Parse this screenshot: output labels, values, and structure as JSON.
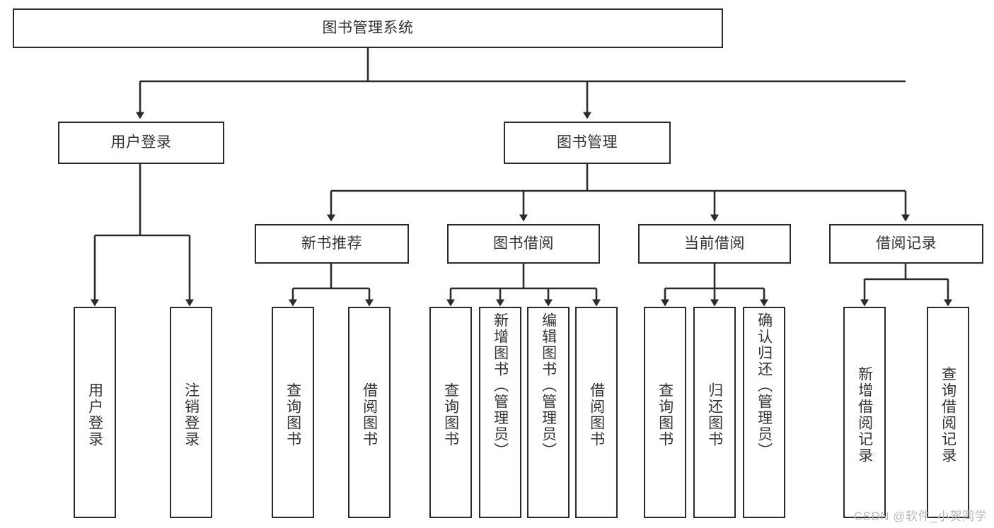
{
  "diagram": {
    "type": "tree",
    "title": "图书管理系统",
    "root": {
      "label": "图书管理系统"
    },
    "level2": [
      {
        "label": "用户登录"
      },
      {
        "label": "图书管理"
      }
    ],
    "level3": [
      {
        "label": "新书推荐"
      },
      {
        "label": "图书借阅"
      },
      {
        "label": "当前借阅"
      },
      {
        "label": "借阅记录"
      }
    ],
    "leaves": {
      "user_login": [
        {
          "label": "用户登录"
        },
        {
          "label": "注销登录"
        }
      ],
      "new_book_recommend": [
        {
          "label": "查询图书"
        },
        {
          "label": "借阅图书"
        }
      ],
      "book_borrow": [
        {
          "label": "查询图书"
        },
        {
          "label": "新增图书（管理员）"
        },
        {
          "label": "编辑图书（管理员）"
        },
        {
          "label": "借阅图书"
        }
      ],
      "current_borrow": [
        {
          "label": "查询图书"
        },
        {
          "label": "归还图书"
        },
        {
          "label": "确认归还（管理员）"
        }
      ],
      "borrow_records": [
        {
          "label": "新增借阅记录"
        },
        {
          "label": "查询借阅记录"
        }
      ]
    }
  },
  "watermark": {
    "text": "CSDN @软件_小贺同学"
  },
  "colors": {
    "background": "#ffffff",
    "box_border": "#2b2b2b",
    "box_fill": "#ffffff",
    "text": "#333333",
    "connector": "#2b2b2b",
    "watermark": "#b9b9b9"
  }
}
